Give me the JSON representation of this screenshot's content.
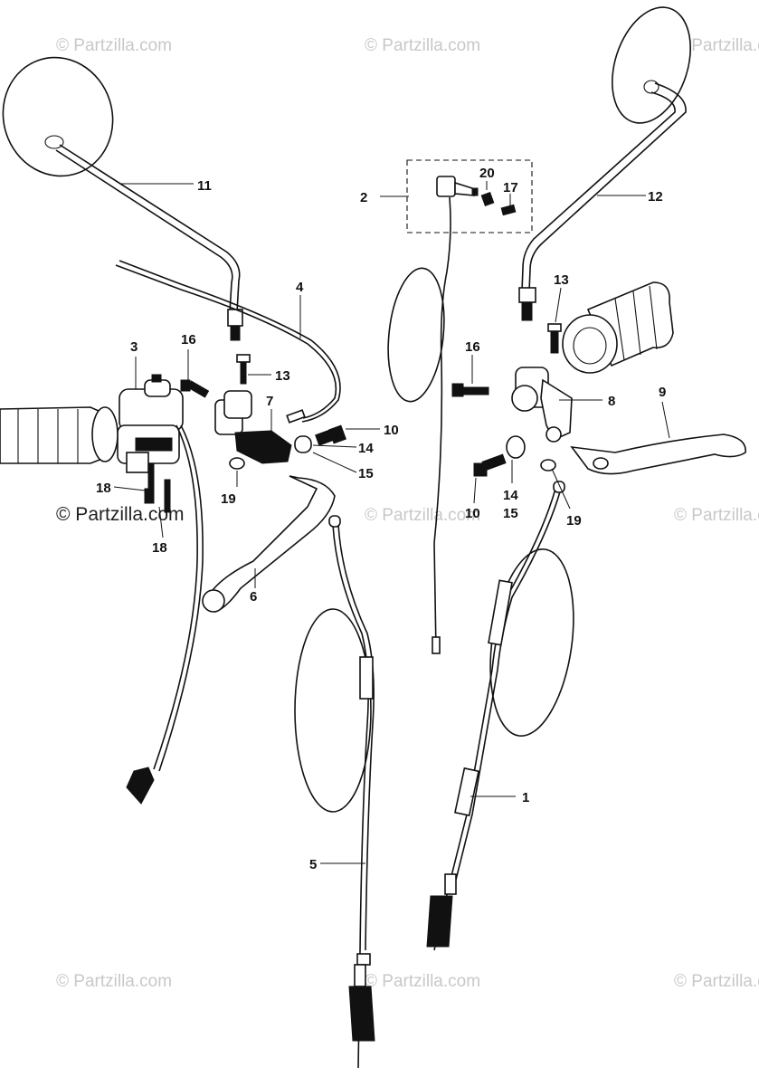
{
  "watermark": "© Partzilla.com",
  "callouts": {
    "c1": "1",
    "c2": "2",
    "c3": "3",
    "c4": "4",
    "c5": "5",
    "c6": "6",
    "c7": "7",
    "c8": "8",
    "c9": "9",
    "c10a": "10",
    "c10b": "10",
    "c11": "11",
    "c12": "12",
    "c13a": "13",
    "c13b": "13",
    "c14a": "14",
    "c14b": "14",
    "c15a": "15",
    "c15b": "15",
    "c16a": "16",
    "c16b": "16",
    "c17": "17",
    "c18a": "18",
    "c18b": "18",
    "c19a": "19",
    "c19b": "19",
    "c20": "20"
  }
}
